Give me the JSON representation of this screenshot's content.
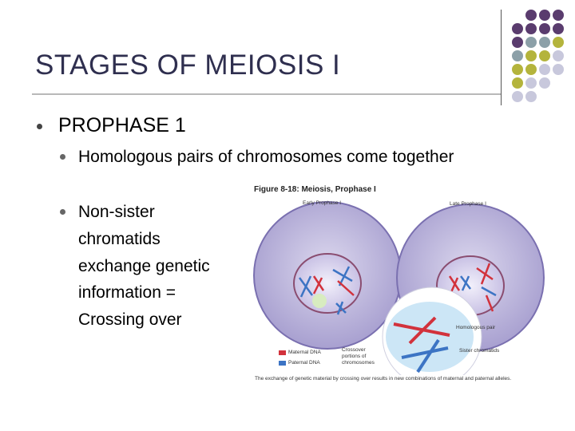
{
  "slide": {
    "title": "STAGES OF MEIOSIS I",
    "bullet_l1": "PROPHASE 1",
    "bullet_l2": [
      "Homologous pairs of chromosomes come together",
      "Non-sister"
    ],
    "continuation_lines": [
      "chromatids",
      "exchange genetic",
      "information =",
      "Crossing over"
    ]
  },
  "figure": {
    "title": "Figure 8-18: Meiosis, Prophase I",
    "early_label": "Early Prophase I",
    "late_label": "Late Prophase I",
    "homologous_pair_label": "Homologous pair",
    "sister_chromatids_label": "Sister chromatids",
    "crossover_label": "Crossover portions of chromosomes",
    "legend": [
      {
        "label": "Maternal DNA",
        "color": "#d2323c"
      },
      {
        "label": "Paternal DNA",
        "color": "#3c74c4"
      }
    ],
    "caption": "The exchange of genetic material by crossing over results in new combinations of maternal and paternal alleles."
  },
  "colors": {
    "purple": "#5a3c6e",
    "olive": "#b4b43c",
    "teal": "#8ca0a8",
    "lavender": "#c8c8dc",
    "title_text": "#2f2f4f"
  }
}
